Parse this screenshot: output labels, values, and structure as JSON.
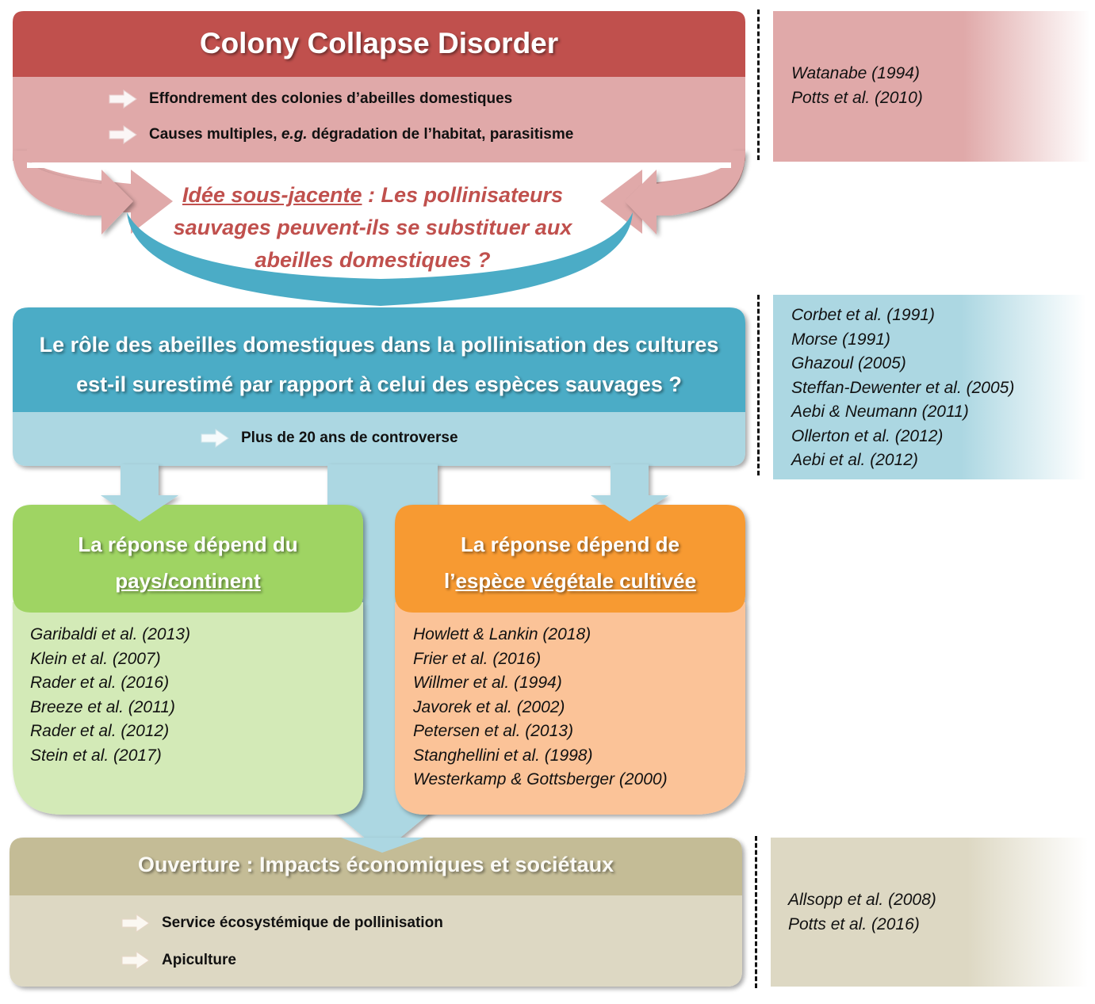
{
  "colors": {
    "red_header": "#c0504d",
    "red_body": "#e0a9a9",
    "teal_header": "#4bacc6",
    "teal_body": "#acd7e2",
    "green_header": "#9fd464",
    "green_body": "#d3eab7",
    "orange_header": "#f79a32",
    "orange_body": "#fbc398",
    "beige_header": "#c4bc96",
    "beige_body": "#ddd8c3",
    "question_text": "#c0504d"
  },
  "ccd": {
    "title": "Colony Collapse Disorder",
    "bullets": [
      {
        "icon": "arrow-right-icon",
        "text": "Effondrement des colonies d’abeilles domestiques"
      },
      {
        "icon": "arrow-right-icon",
        "text_before": "Causes multiples, ",
        "text_italic": "e.g.",
        "text_after": " dégradation de l’habitat, parasitisme"
      }
    ],
    "citations": [
      "Watanabe (1994)",
      "Potts et al. (2010)"
    ]
  },
  "question": {
    "label": "Idée sous-jacente",
    "separator": " : ",
    "line1_rest": "Les pollinisateurs",
    "line2": "sauvages peuvent-ils se substituer aux",
    "line3": "abeilles domestiques ?"
  },
  "role": {
    "title_line1": "Le rôle des abeilles domestiques dans la pollinisation des cultures",
    "title_line2": "est-il surestimé par rapport à celui des espèces sauvages ?",
    "bullet": {
      "icon": "arrow-right-icon",
      "text": "Plus de 20 ans de controverse"
    },
    "citations": [
      "Corbet et al. (1991)",
      "Morse (1991)",
      "Ghazoul (2005)",
      "Steffan-Dewenter et al. (2005)",
      "Aebi & Neumann (2011)",
      "Ollerton et al. (2012)",
      "Aebi et al. (2012)"
    ]
  },
  "country": {
    "title_line1": "La réponse dépend du",
    "title_line2": "pays/continent",
    "citations": [
      "Garibaldi et al. (2013)",
      "Klein et al. (2007)",
      "Rader et al. (2016)",
      "Breeze et al. (2011)",
      "Rader et al. (2012)",
      "Stein et al. (2017)"
    ]
  },
  "species": {
    "title_line1": "La réponse dépend de",
    "title_line2_prefix": "l’",
    "title_line2": "espèce végétale cultivée",
    "citations": [
      "Howlett & Lankin (2018)",
      "Frier et al. (2016)",
      "Willmer et al. (1994)",
      "Javorek et al. (2002)",
      "Petersen et al. (2013)",
      "Stanghellini et al. (1998)",
      "Westerkamp & Gottsberger (2000)"
    ]
  },
  "opening": {
    "title": "Ouverture : Impacts économiques et sociétaux",
    "bullets": [
      {
        "icon": "arrow-right-icon",
        "text": "Service écosystémique de pollinisation"
      },
      {
        "icon": "arrow-right-icon",
        "text": "Apiculture"
      }
    ],
    "citations": [
      "Allsopp et al. (2008)",
      "Potts et al. (2016)"
    ]
  }
}
